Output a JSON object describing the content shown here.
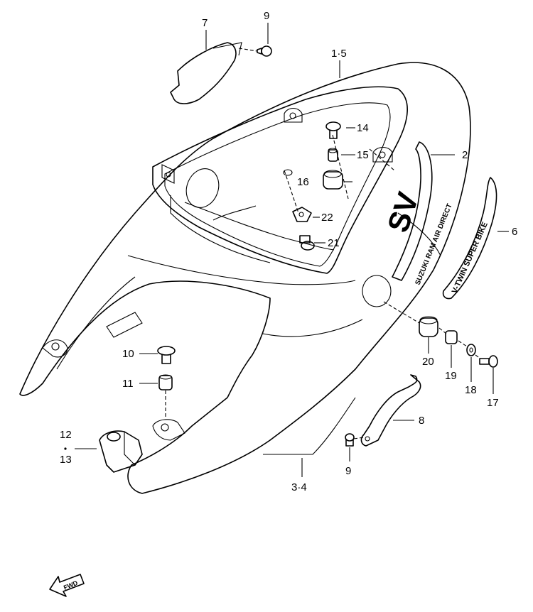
{
  "diagram": {
    "callouts": {
      "c7": "7",
      "c9a": "9",
      "c15_top": "1·5",
      "c14": "14",
      "c15": "15",
      "c16": "16",
      "c2": "2",
      "c6": "6",
      "c22": "22",
      "c21": "21",
      "c20": "20",
      "c19": "19",
      "c18": "18",
      "c17": "17",
      "c10": "10",
      "c11": "11",
      "c8": "8",
      "c12": "12",
      "c13": "13",
      "c9b": "9",
      "c34": "3·4"
    },
    "decals": {
      "ram_air": "SUZUKI RAM AIR DIRECT",
      "vtwin": "V-TWIN SUPER BIKE",
      "logo": "SV"
    },
    "fwd_label": "FWD"
  }
}
